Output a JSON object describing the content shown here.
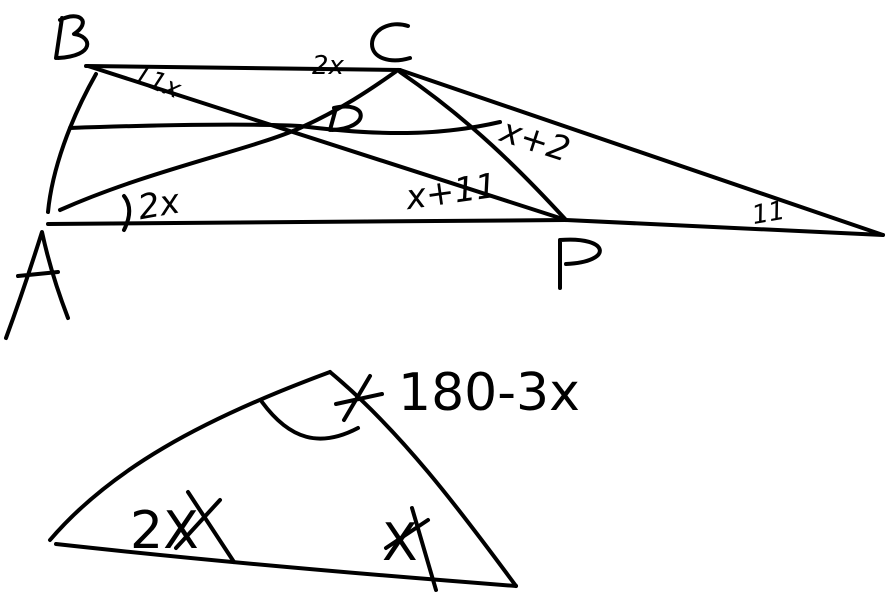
{
  "ink_color": "#000000",
  "background": "#ffffff",
  "points": {
    "A": "A",
    "B": "B",
    "C": "C",
    "D": "D",
    "P": "P"
  },
  "angle_labels": {
    "angle_B": "11x",
    "angle_C": "2x",
    "angle_D": "x+2",
    "angle_A": "2x",
    "angle_P": "x+11",
    "angle_far": "11"
  },
  "lower_triangle": {
    "top_label": "180-3x",
    "left_label": "2X",
    "right_label": "X"
  }
}
